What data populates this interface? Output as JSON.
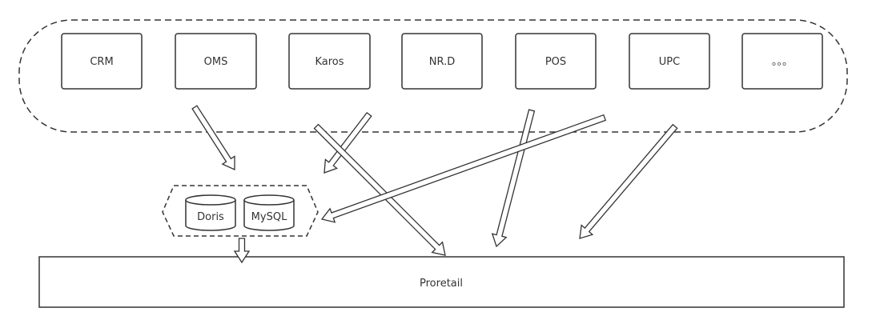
{
  "systems": [
    {
      "id": "crm",
      "label": "CRM"
    },
    {
      "id": "oms",
      "label": "OMS"
    },
    {
      "id": "karos",
      "label": "Karos"
    },
    {
      "id": "nrd",
      "label": "NR.D"
    },
    {
      "id": "pos",
      "label": "POS"
    },
    {
      "id": "upc",
      "label": "UPC"
    },
    {
      "id": "more",
      "label": "。。。"
    }
  ],
  "databases": [
    {
      "id": "doris",
      "label": "Doris"
    },
    {
      "id": "mysql",
      "label": "MySQL"
    }
  ],
  "target": {
    "label": "Proretail"
  },
  "colors": {
    "stroke": "#333333",
    "fill": "#ffffff",
    "text": "#333333"
  }
}
